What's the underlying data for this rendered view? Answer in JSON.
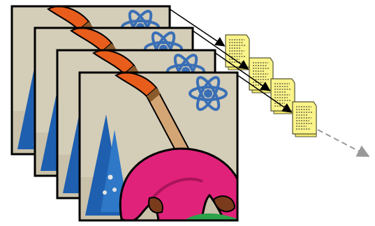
{
  "diagram": {
    "type": "stacked-image-frames-to-document-pages",
    "frame_count": 4,
    "document_count": 4,
    "colors": {
      "frame_stroke": "#000000",
      "canvas_bg": "#d4cdb8",
      "canvas_shadow": "#bdb49c",
      "brush_handle": "#d4a574",
      "brush_tip": "#e85d1c",
      "brush_ferrule": "#8b5a2b",
      "atom_blue": "#3a6fb5",
      "flask_blue": "#1e5fb0",
      "figure_pink": "#e0227a",
      "figure_pink_dark": "#a8145a",
      "figure_hand": "#7a3b1d",
      "figure_green": "#2ca24a",
      "doc_fill": "#fbf48a",
      "doc_stroke": "#555533",
      "doc_text": "#222222",
      "arrow_solid": "#000000",
      "arrow_dashed": "#999999"
    },
    "icons": {
      "frame": "painter-mascot-frame-icon",
      "document": "text-document-icon",
      "arrow": "arrow-icon"
    }
  }
}
